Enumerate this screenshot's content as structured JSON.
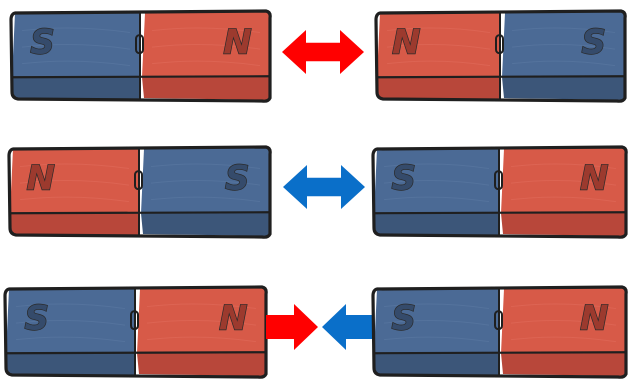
{
  "colors": {
    "north_face": "#d75a48",
    "north_side": "#b8473a",
    "south_face": "#4b6a95",
    "south_side": "#3c5679",
    "outline": "#1f1f1f",
    "repel_like_north": "#ff0000",
    "repel_like_south": "#0a6fc9",
    "attract_from_north": "#ff0000",
    "attract_from_south": "#0a6fc9",
    "letter_north": "#9c3a2e",
    "letter_south": "#354b6b"
  },
  "rows": [
    {
      "left_magnet": {
        "left_pole": "S",
        "right_pole": "N"
      },
      "arrow": {
        "type": "double",
        "color": "#ff0000",
        "icon": "double-arrow-icon"
      },
      "right_magnet": {
        "left_pole": "N",
        "right_pole": "S"
      }
    },
    {
      "left_magnet": {
        "left_pole": "N",
        "right_pole": "S"
      },
      "arrow": {
        "type": "double",
        "color": "#0a6fc9",
        "icon": "double-arrow-icon"
      },
      "right_magnet": {
        "left_pole": "S",
        "right_pole": "N"
      }
    },
    {
      "left_magnet": {
        "left_pole": "S",
        "right_pole": "N"
      },
      "arrow": {
        "type": "converging",
        "left_color": "#ff0000",
        "right_color": "#0a6fc9",
        "icon": "converging-arrows-icon"
      },
      "right_magnet": {
        "left_pole": "S",
        "right_pole": "N"
      }
    }
  ]
}
